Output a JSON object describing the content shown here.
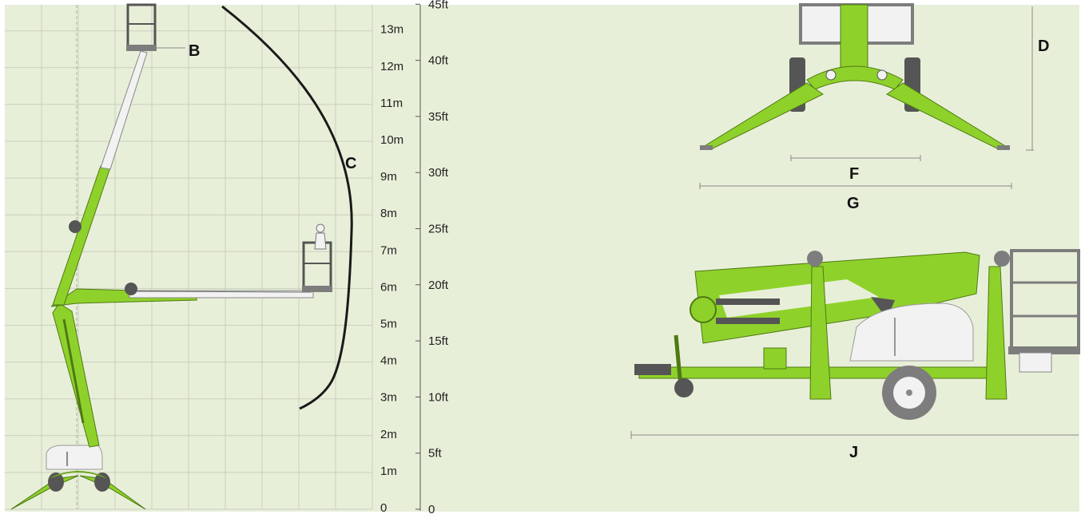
{
  "colors": {
    "background": "#e8efd9",
    "grid": "#c9cfbd",
    "machine_green": "#8fd12b",
    "machine_dark": "#4e7a12",
    "body_white": "#f2f2f2",
    "steel_grey": "#7d7d7d",
    "envelope": "#1a1a1a"
  },
  "meter_scale": [
    "0",
    "1m",
    "2m",
    "3m",
    "4m",
    "5m",
    "6m",
    "7m",
    "8m",
    "9m",
    "10m",
    "11m",
    "12m",
    "13m"
  ],
  "feet_scale": [
    "0",
    "5ft",
    "10ft",
    "15ft",
    "20ft",
    "25ft",
    "30ft",
    "35ft",
    "40ft",
    "45ft"
  ],
  "dimension_labels": {
    "b": "B",
    "c": "C",
    "d": "D",
    "f": "F",
    "g": "G",
    "j": "J"
  }
}
